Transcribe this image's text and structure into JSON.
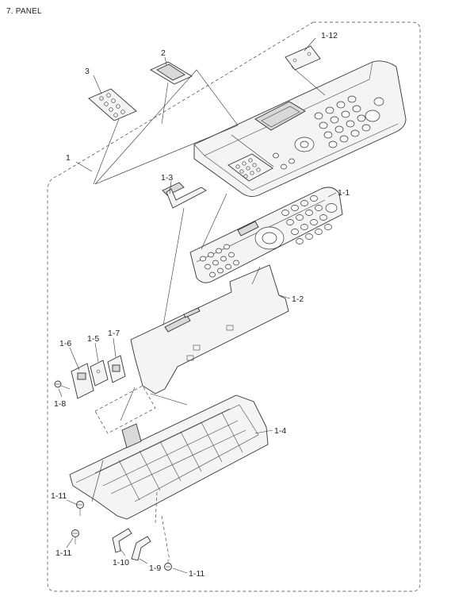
{
  "page_title": "7. PANEL",
  "callouts": {
    "p1": "1",
    "p2": "2",
    "p3": "3",
    "p1_1": "1-1",
    "p1_2": "1-2",
    "p1_3": "1-3",
    "p1_4": "1-4",
    "p1_5": "1-5",
    "p1_6": "1-6",
    "p1_7": "1-7",
    "p1_8": "1-8",
    "p1_9": "1-9",
    "p1_10": "1-10",
    "p1_11a": "1-11",
    "p1_11b": "1-11",
    "p1_11c": "1-11",
    "p1_12": "1-12"
  }
}
